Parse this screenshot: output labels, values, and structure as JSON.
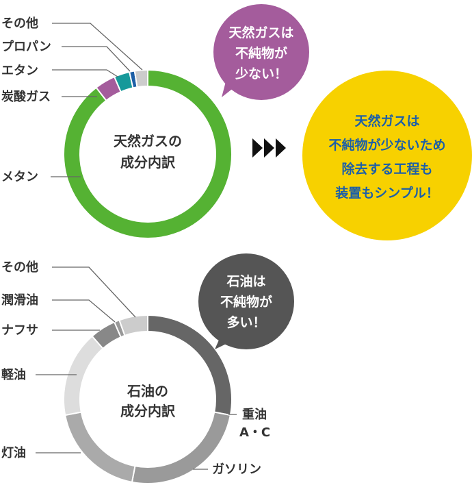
{
  "chart_data": [
    {
      "type": "pie",
      "center_title": [
        "天然ガスの",
        "成分内訳"
      ],
      "slices": [
        {
          "name": "メタン",
          "value": 89.5,
          "color": "#55b233"
        },
        {
          "name": "炭酸ガス",
          "value": 4.0,
          "color": "#a45c9c"
        },
        {
          "name": "エタン",
          "value": 3.0,
          "color": "#16999a"
        },
        {
          "name": "プロパン",
          "value": 1.0,
          "color": "#1d5fa6"
        },
        {
          "name": "その他",
          "value": 2.5,
          "color": "#cccccc"
        }
      ]
    },
    {
      "type": "pie",
      "center_title": [
        "石油の",
        "成分内訳"
      ],
      "slices": [
        {
          "name": [
            "重油",
            "A・C"
          ],
          "value": 28.0,
          "color": "#666666"
        },
        {
          "name": "ガソリン",
          "value": 25.0,
          "color": "#9a9a9a"
        },
        {
          "name": "灯油",
          "value": 19.0,
          "color": "#aaaaaa"
        },
        {
          "name": "軽油",
          "value": 16.5,
          "color": "#dddddd"
        },
        {
          "name": "ナフサ",
          "value": 5.0,
          "color": "#888888"
        },
        {
          "name": "潤滑油",
          "value": 1.0,
          "color": "#999999"
        },
        {
          "name": "その他",
          "value": 5.5,
          "color": "#cccccc"
        }
      ]
    }
  ],
  "callouts": {
    "gas_bubble": [
      "天然ガスは",
      "不純物が",
      "少ない！"
    ],
    "oil_bubble": [
      "石油は",
      "不純物が",
      "多い！"
    ],
    "conclusion": [
      "天然ガスは",
      "不純物が少ないため",
      "除去する工程も",
      "装置もシンプル！"
    ]
  },
  "colors": {
    "gas_bubble": "#a45c9c",
    "oil_bubble": "#555555",
    "conclusion": "#f7d100",
    "arrows": "#111111"
  }
}
